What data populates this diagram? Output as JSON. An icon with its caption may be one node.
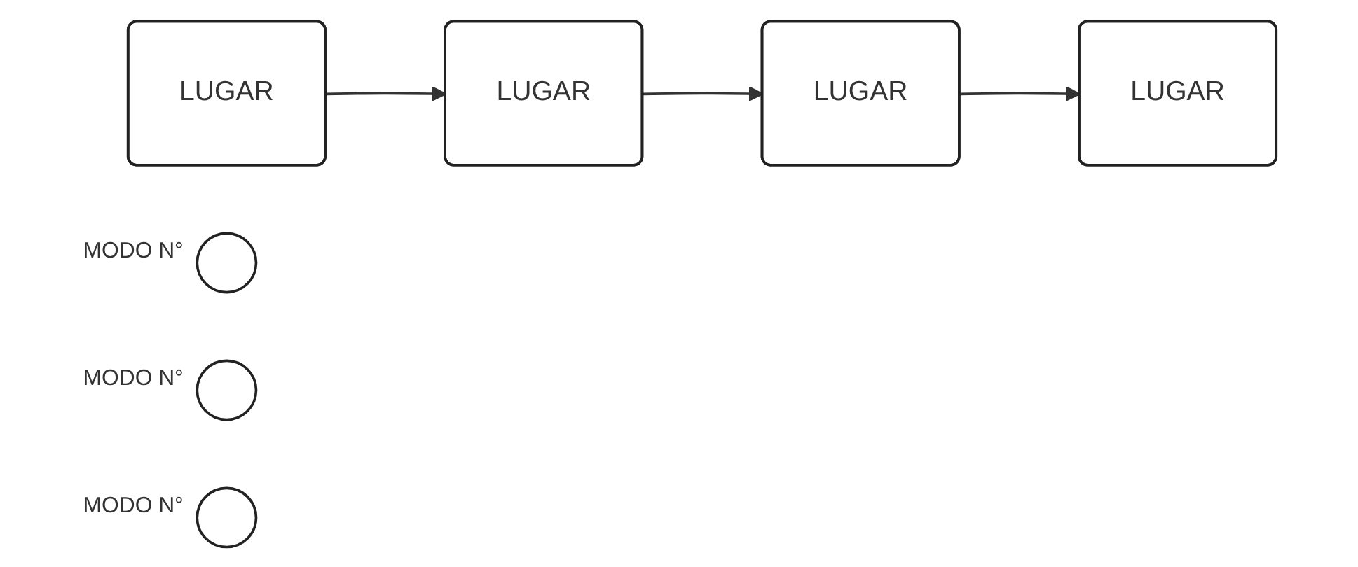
{
  "diagram": {
    "nodes": [
      {
        "text": [
          "LUGAR"
        ]
      },
      {
        "text": [],
        "shape": "circle",
        "beside": [
          "MODO N°"
        ]
      },
      {
        "text": [
          "LUGAR"
        ]
      },
      {
        "text": [],
        "shape": "circle",
        "beside": [
          "MODO N°"
        ]
      },
      {
        "text": [
          "LUGAR"
        ]
      },
      {
        "text": [],
        "shape": "circle",
        "beside": [
          "MODO N°"
        ]
      },
      {
        "text": [
          "LUGAR"
        ]
      }
    ],
    "edges": [
      {
        "from": 0,
        "to": 2,
        "arrow": "to"
      },
      {
        "from": 2,
        "to": 6,
        "arrow": "to"
      },
      {
        "from": 6,
        "to": 4,
        "arrow": "to"
      }
    ]
  }
}
